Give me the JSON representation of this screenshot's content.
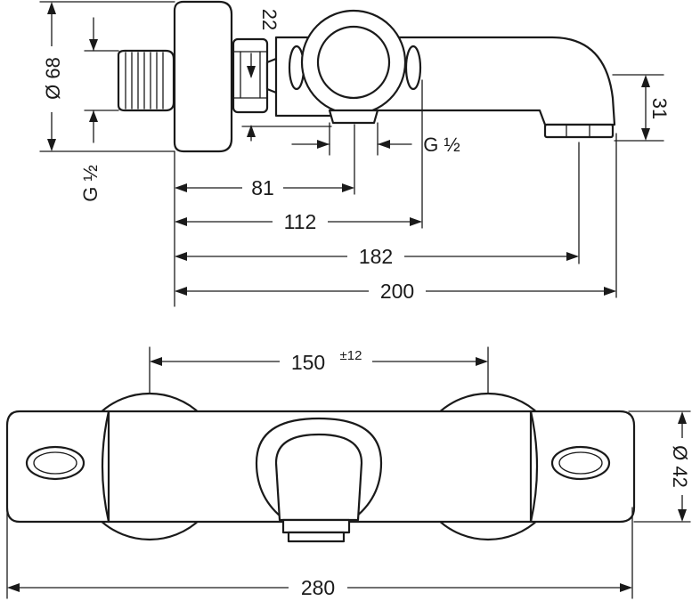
{
  "side_view": {
    "dim_diameter": "Ø 68",
    "dim_thread_left": "G ½",
    "dim_thread_right": "G ½",
    "dim_22": "22",
    "dim_31": "31",
    "dim_81": "81",
    "dim_112": "112",
    "dim_182": "182",
    "dim_200": "200"
  },
  "front_view": {
    "dim_spacing": "150",
    "dim_spacing_tol": "±12",
    "dim_diameter": "Ø 42",
    "dim_280": "280"
  }
}
